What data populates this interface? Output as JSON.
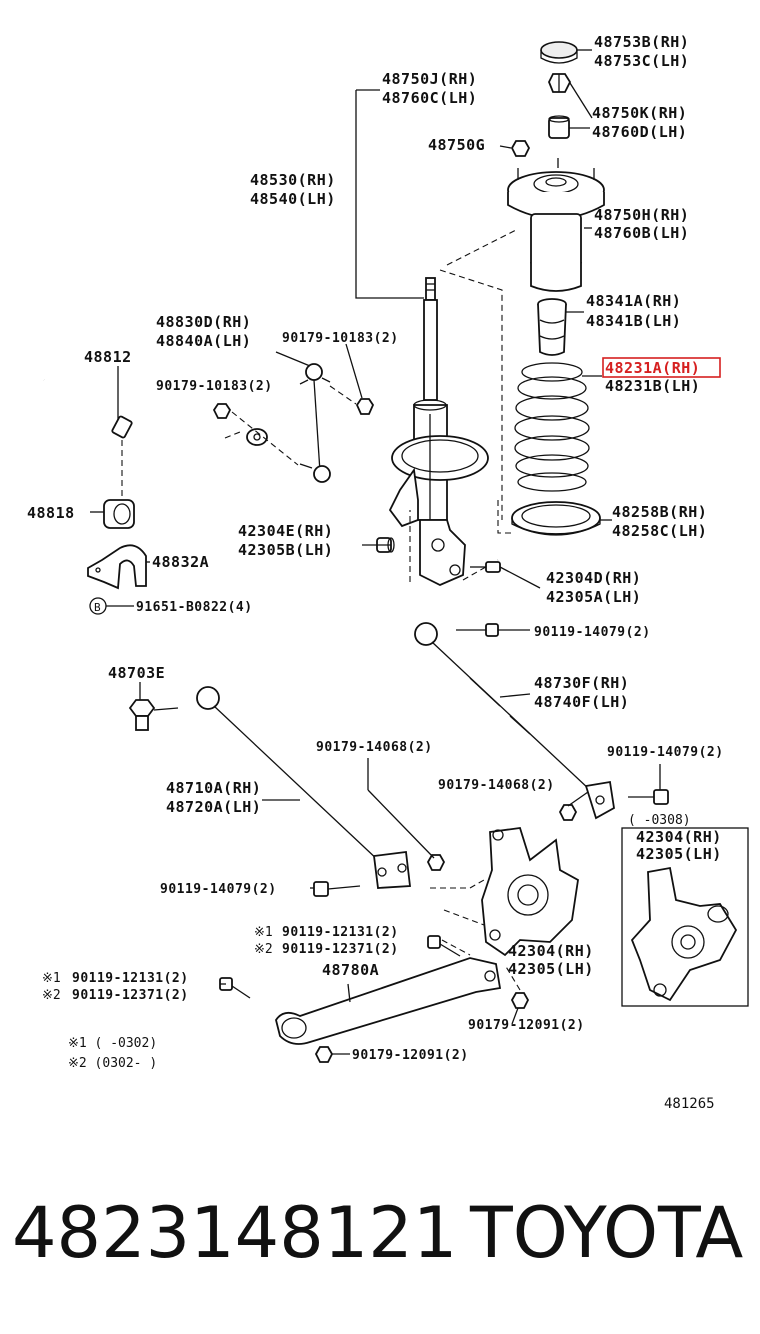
{
  "diagram": {
    "code": "481265",
    "labels": {
      "l_48753B": "48753B(RH)",
      "l_48753C": "48753C(LH)",
      "l_48750J": "48750J(RH)",
      "l_48760C": "48760C(LH)",
      "l_48750K": "48750K(RH)",
      "l_48760D": "48760D(LH)",
      "l_48750G": "48750G",
      "l_48530": "48530(RH)",
      "l_48540": "48540(LH)",
      "l_48750H": "48750H(RH)",
      "l_48760B": "48760B(LH)",
      "l_48341A": "48341A(RH)",
      "l_48341B": "48341B(LH)",
      "l_48830D": "48830D(RH)",
      "l_48840A": "48840A(LH)",
      "l_90179_10183a": "90179-10183(2)",
      "l_90179_10183b": "90179-10183(2)",
      "l_48812": "48812",
      "l_48231A": "48231A(RH)",
      "l_48231B": "48231B(LH)",
      "l_48818": "48818",
      "l_42304E": "42304E(RH)",
      "l_42305B": "42305B(LH)",
      "l_48258B": "48258B(RH)",
      "l_48258C": "48258C(LH)",
      "l_48832A": "48832A",
      "l_42304D": "42304D(RH)",
      "l_42305A": "42305A(LH)",
      "l_91651": "91651-B0822(4)",
      "l_B": "B",
      "l_90119_14079a": "90119-14079(2)",
      "l_48703E": "48703E",
      "l_48730F": "48730F(RH)",
      "l_48740F": "48740F(LH)",
      "l_90179_14068a": "90179-14068(2)",
      "l_90119_14079b": "90119-14079(2)",
      "l_48710A": "48710A(RH)",
      "l_48720A": "48720A(LH)",
      "l_90179_14068b": "90179-14068(2)",
      "l_0308": "(   -0308)",
      "l_42304_in": "42304(RH)",
      "l_42305_in": "42305(LH)",
      "l_90119_14079c": "90119-14079(2)",
      "l_m1a": "※1",
      "l_90119_12131a": "90119-12131(2)",
      "l_m2a": "※2",
      "l_90119_12371a": "90119-12371(2)",
      "l_42304": "42304(RH)",
      "l_42305": "42305(LH)",
      "l_48780A": "48780A",
      "l_m1b": "※1",
      "l_90119_12131b": "90119-12131(2)",
      "l_m2b": "※2",
      "l_90119_12371b": "90119-12371(2)",
      "l_90179_12091a": "90179-12091(2)",
      "l_note1": "※1 (      -0302)",
      "l_note2": "※2 (0302-      )",
      "l_90179_12091b": "90179-12091(2)"
    },
    "highlight_color": "#d62020"
  },
  "footer": {
    "part_number": "4823148121",
    "brand": "TOYOTA"
  }
}
